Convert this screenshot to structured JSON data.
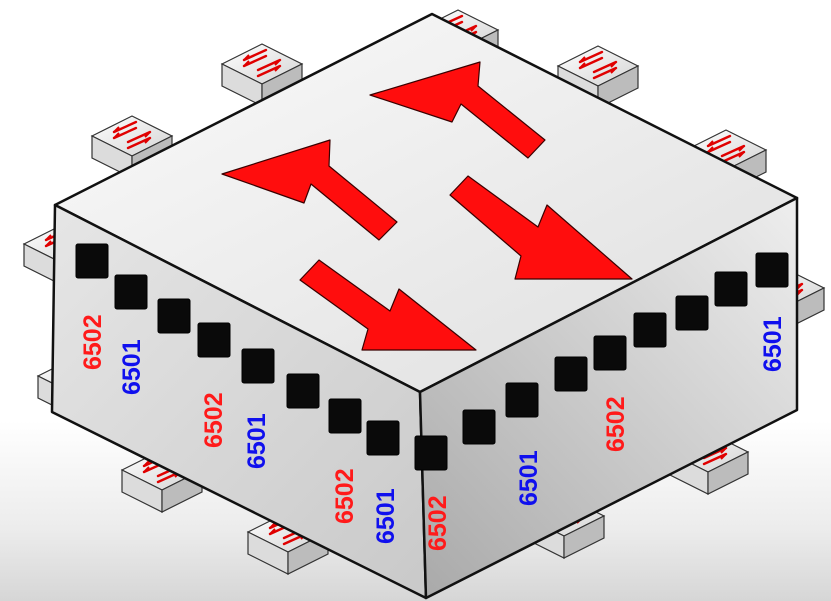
{
  "diagram": {
    "subject": "switch stack with trunk ports",
    "colors": {
      "arrow": "#ff0d0d",
      "arrow_outline": "#3a0000",
      "port": "#0a0a0a",
      "label_6502": "#ff1a1a",
      "label_6501": "#1010ee",
      "box_top": "#efefef",
      "box_left": "#dcdcdc",
      "box_right": "#bdbdbd",
      "edge": "#111111",
      "background": "#ffffff"
    },
    "icons": [
      "switch-icon",
      "arrow-icon",
      "port-icon"
    ],
    "labels": {
      "left_face": [
        "6502",
        "6501",
        "6502",
        "6501",
        "6502",
        "6501"
      ],
      "center": "6502",
      "right_face": [
        "6501",
        "6502",
        "6501"
      ]
    }
  }
}
